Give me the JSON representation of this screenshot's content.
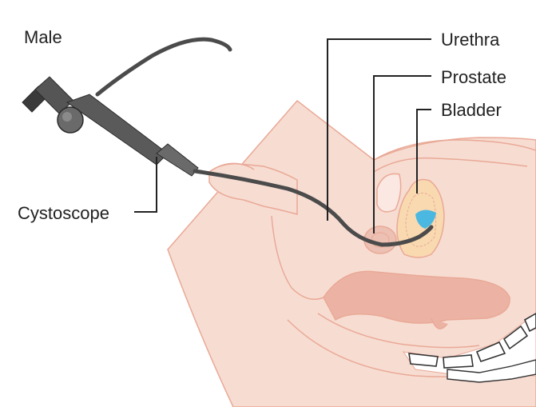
{
  "labels": {
    "male": "Male",
    "urethra": "Urethra",
    "prostate": "Prostate",
    "bladder": "Bladder",
    "cystoscope": "Cystoscope"
  },
  "colors": {
    "skin": "#f7dcd2",
    "outline": "#e9a996",
    "inner_tissue": "#ecb3a4",
    "bladder_fill": "#f9d9b0",
    "bladder_dot": "#4ab8e0",
    "instrument": "#4b4b4b",
    "leader_line": "#222222"
  }
}
